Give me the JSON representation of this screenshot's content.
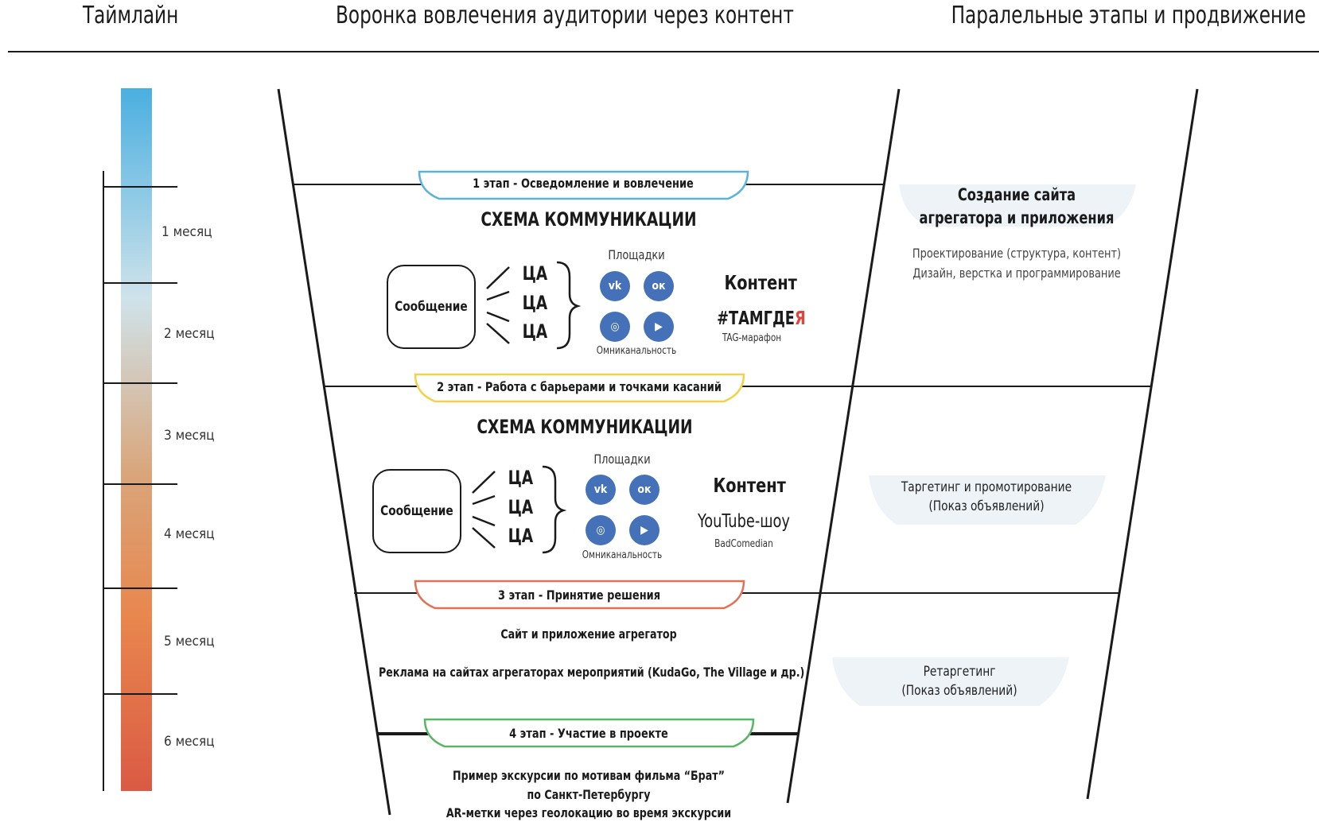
{
  "headers": {
    "timeline": "Таймлайн",
    "funnel": "Воронка вовлечения аудитории через контент",
    "parallel": "Паралельные этапы и продвижение"
  },
  "timeline": {
    "months": [
      "1 месяц",
      "2 месяц",
      "3 месяц",
      "4 месяц",
      "5 месяц",
      "6 месяц"
    ],
    "gradient_colors": [
      "#4aafe0",
      "#cfe3ea",
      "#d9a57a",
      "#e8874e",
      "#da5a44"
    ]
  },
  "stages": [
    {
      "label": "1 этап - Осведомление и вовлечение",
      "color": "#5bb4d8"
    },
    {
      "label": "2 этап - Работа с барьерами и точками касаний",
      "color": "#f0d34a"
    },
    {
      "label": "3 этап - Принятие решения",
      "color": "#e36f54"
    },
    {
      "label": "4 этап - Участие в проекте",
      "color": "#5ab56a"
    }
  ],
  "scheme1": {
    "title": "СХЕМА КОММУНИКАЦИИ",
    "message": "Сообщение",
    "ca": [
      "ЦА",
      "ЦА",
      "ЦА"
    ],
    "platforms": "Площадки",
    "omni": "Омниканальность",
    "content": "Контент",
    "hashtag": "#ТАМГДЕ",
    "hashtag_accent": "Я",
    "hashtag_accent_color": "#e0453a",
    "sub": "TAG-марафон"
  },
  "scheme2": {
    "title": "СХЕМА КОММУНИКАЦИИ",
    "message": "Сообщение",
    "ca": [
      "ЦА",
      "ЦА",
      "ЦА"
    ],
    "platforms": "Площадки",
    "omni": "Омниканальность",
    "content": "Контент",
    "show": "YouTube-шоу",
    "sub": "BadComedian"
  },
  "icons": {
    "vk": "vk-icon",
    "ok": "odnoklassniki-icon",
    "ig": "instagram-icon",
    "yt": "youtube-icon",
    "color": "#4571b8"
  },
  "stage3": {
    "line1": "Сайт и приложение агрегатор",
    "line2": "Реклама на сайтах агрегаторах мероприятий (KudaGo, The Village и др.)"
  },
  "stage4": {
    "line1": "Пример экскурсии по мотивам фильма “Брат”",
    "line2": "по Санкт-Петербургу",
    "line3": "AR-метки через геолокацию во время экскурсии"
  },
  "right": {
    "site_title1": "Создание сайта",
    "site_title2": "агрегатора и приложения",
    "site_line1": "Проектирование (структура, контент)",
    "site_line2": "Дизайн, верстка и программирование",
    "target1": "Таргетинг и промотирование",
    "target2": "(Показ объявлений)",
    "retarget1": "Ретаргетинг",
    "retarget2": "(Показ объявлений)"
  }
}
